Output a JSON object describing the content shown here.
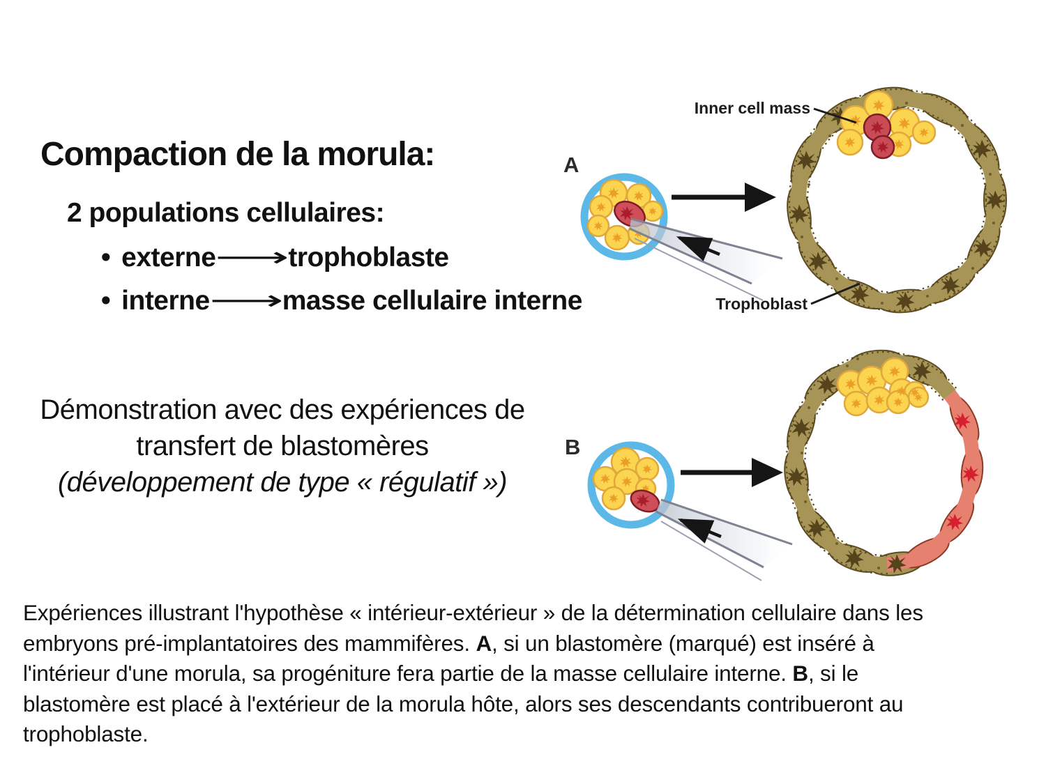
{
  "slide": {
    "title": "Compaction de la morula:",
    "subtitle": "2 populations cellulaires:",
    "bullets": [
      {
        "marker": "•",
        "term": "externe",
        "arrow": "⟶",
        "result": "trophoblaste"
      },
      {
        "marker": "•",
        "term": "interne",
        "arrow": "⟶",
        "result": "masse cellulaire interne"
      }
    ],
    "demo": {
      "l1": "Démonstration avec des expériences de",
      "l2": "transfert de blastomères",
      "l3": "(développement de type « régulatif »)"
    },
    "caption": {
      "l1": "Expériences illustrant l'hypothèse « intérieur-extérieur » de la détermination cellulaire dans les",
      "l2a": "embryons pré-implantatoires des mammifères. ",
      "l2b": "A",
      "l2c": ", si un blastomère (marqué) est inséré à",
      "l3a": "l'intérieur d'une morula, sa progéniture fera partie de la masse cellulaire interne. ",
      "l3b": "B",
      "l3c": ", si le",
      "l4": "blastomère est placé à l'extérieur de la morula hôte, alors ses descendants contribueront au",
      "l5": "trophoblaste."
    },
    "figure": {
      "panel_a": "A",
      "panel_b": "B",
      "label_icm": "Inner cell mass",
      "label_trophoblast": "Trophoblast",
      "colors": {
        "zona": "#5cb9e7",
        "cell_yellow": "#fbd54f",
        "cell_yellow_border": "#e0a73c",
        "nucleus_yellow": "#ec9f28",
        "cell_red": "#cf4e58",
        "cell_red_border": "#7e1d26",
        "nucleus_red": "#a81e2c",
        "icm_red": "#c94b55",
        "trophoblast": "#a79558",
        "trophoblast_outline": "#5c4b20",
        "trophoblast_nucleus": "#54431b",
        "salmon": "#e5816e",
        "salmon_border": "#8a3a28",
        "salmon_nucleus": "#d6202f",
        "pipette": "#7f8292",
        "arrow": "#151515"
      }
    }
  }
}
